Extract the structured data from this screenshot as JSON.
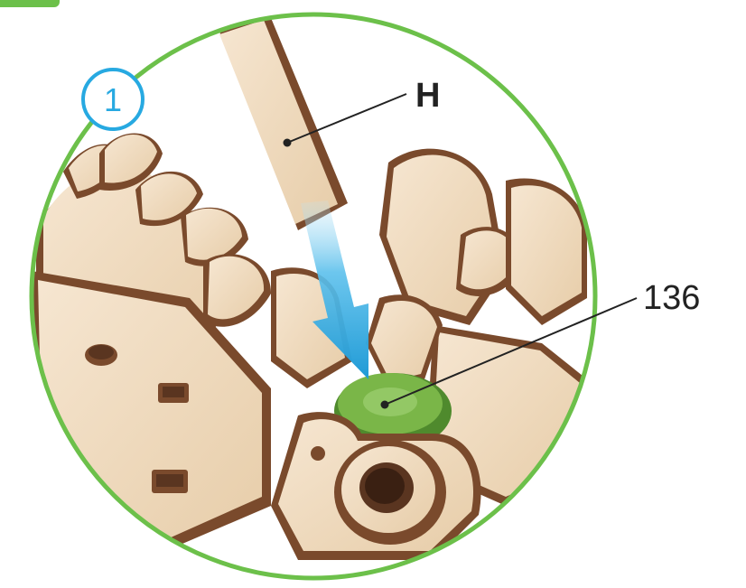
{
  "step": {
    "number": "1",
    "color": "#27a9e1"
  },
  "callouts": {
    "part_h": "H",
    "part_136": "136"
  },
  "colors": {
    "frame_ring": "#6cc04a",
    "wood_face": "#f1dcc2",
    "wood_edge": "#7a4a2c",
    "arrow": "#2aa8e4",
    "part_136": "#7ab648"
  }
}
